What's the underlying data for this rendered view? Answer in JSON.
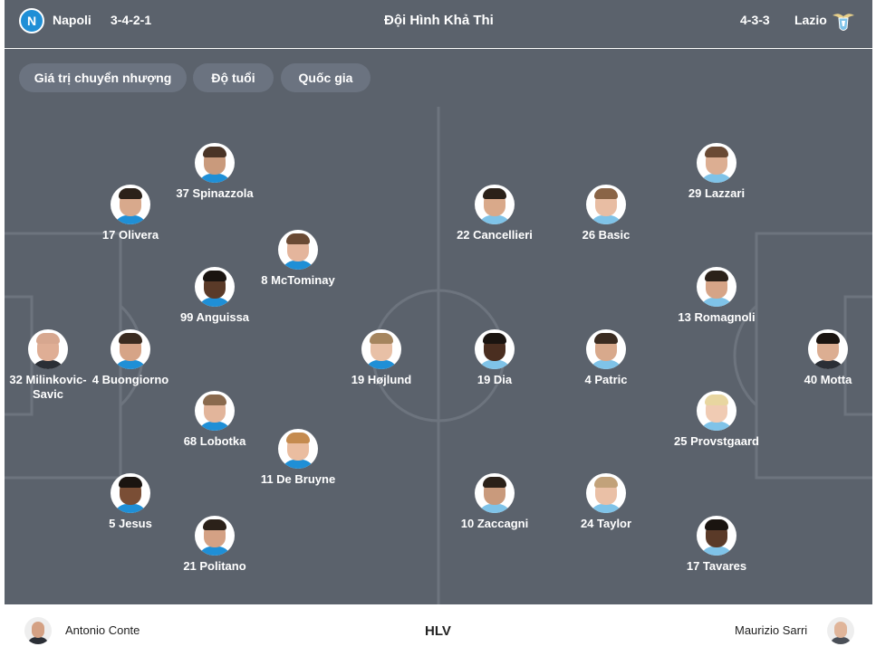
{
  "header": {
    "home_team": "Napoli",
    "home_formation": "3-4-2-1",
    "title": "Đội Hình Khả Thi",
    "away_formation": "4-3-3",
    "away_team": "Lazio",
    "home_logo_letter": "N"
  },
  "tabs": [
    {
      "label": "Giá trị chuyển nhượng"
    },
    {
      "label": "Độ tuổi"
    },
    {
      "label": "Quốc gia"
    }
  ],
  "colors": {
    "pitch": "#5b626c",
    "lines": "#6d747e",
    "tab": "#6b7380",
    "napoli_blue": "#1f8fd6",
    "lazio_sky": "#7fc3e8"
  },
  "home_players": [
    {
      "label": "37 Spinazzola",
      "skin": "#c99a7c",
      "hair": "#4a3426",
      "shirt": "#1f8fd6"
    },
    {
      "label": "17 Olivera",
      "skin": "#d8a98c",
      "hair": "#2b2119",
      "shirt": "#1f8fd6"
    },
    {
      "label": "8 McTominay",
      "skin": "#e4b59c",
      "hair": "#6a4a34",
      "shirt": "#1f8fd6"
    },
    {
      "label": "99 Anguissa",
      "skin": "#5a3a28",
      "hair": "#1a1410",
      "shirt": "#1f8fd6"
    },
    {
      "label": "32 Milinkovic-Savic",
      "skin": "#dfae95",
      "hair": "#d7a78f",
      "shirt": "#2b2f36"
    },
    {
      "label": "4 Buongiorno",
      "skin": "#d6a487",
      "hair": "#3a2b20",
      "shirt": "#1f8fd6"
    },
    {
      "label": "19 Højlund",
      "skin": "#e8c0a6",
      "hair": "#a5855e",
      "shirt": "#1f8fd6"
    },
    {
      "label": "68 Lobotka",
      "skin": "#e2b59b",
      "hair": "#8a6a4e",
      "shirt": "#1f8fd6"
    },
    {
      "label": "11 De Bruyne",
      "skin": "#eabda0",
      "hair": "#c58b4f",
      "shirt": "#1f8fd6"
    },
    {
      "label": "5 Jesus",
      "skin": "#7a4e35",
      "hair": "#1a1410",
      "shirt": "#1f8fd6"
    },
    {
      "label": "21 Politano",
      "skin": "#d4a184",
      "hair": "#2b2119",
      "shirt": "#1f8fd6"
    }
  ],
  "away_players": [
    {
      "label": "29 Lazzari",
      "skin": "#dcae92",
      "hair": "#6a4a34",
      "shirt": "#7fc3e8"
    },
    {
      "label": "22 Cancellieri",
      "skin": "#d9a98a",
      "hair": "#2b2119",
      "shirt": "#7fc3e8"
    },
    {
      "label": "26 Basic",
      "skin": "#e8bda3",
      "hair": "#8a6446",
      "shirt": "#7fc3e8"
    },
    {
      "label": "13 Romagnoli",
      "skin": "#d6a487",
      "hair": "#2b2119",
      "shirt": "#7fc3e8"
    },
    {
      "label": "19 Dia",
      "skin": "#4a2e20",
      "hair": "#1a1410",
      "shirt": "#7fc3e8"
    },
    {
      "label": "4 Patric",
      "skin": "#d8a98c",
      "hair": "#3a2b20",
      "shirt": "#7fc3e8"
    },
    {
      "label": "40 Motta",
      "skin": "#dcae92",
      "hair": "#1a1410",
      "shirt": "#2b2f36"
    },
    {
      "label": "25 Provstgaard",
      "skin": "#f0cbb3",
      "hair": "#e8d6a0",
      "shirt": "#7fc3e8"
    },
    {
      "label": "10 Zaccagni",
      "skin": "#c99a7c",
      "hair": "#2b2119",
      "shirt": "#7fc3e8"
    },
    {
      "label": "24 Taylor",
      "skin": "#eac0a6",
      "hair": "#c2a27a",
      "shirt": "#7fc3e8"
    },
    {
      "label": "17 Tavares",
      "skin": "#5a3a28",
      "hair": "#1a1410",
      "shirt": "#7fc3e8"
    }
  ],
  "footer": {
    "home_coach": "Antonio Conte",
    "label": "HLV",
    "away_coach": "Maurizio Sarri"
  }
}
